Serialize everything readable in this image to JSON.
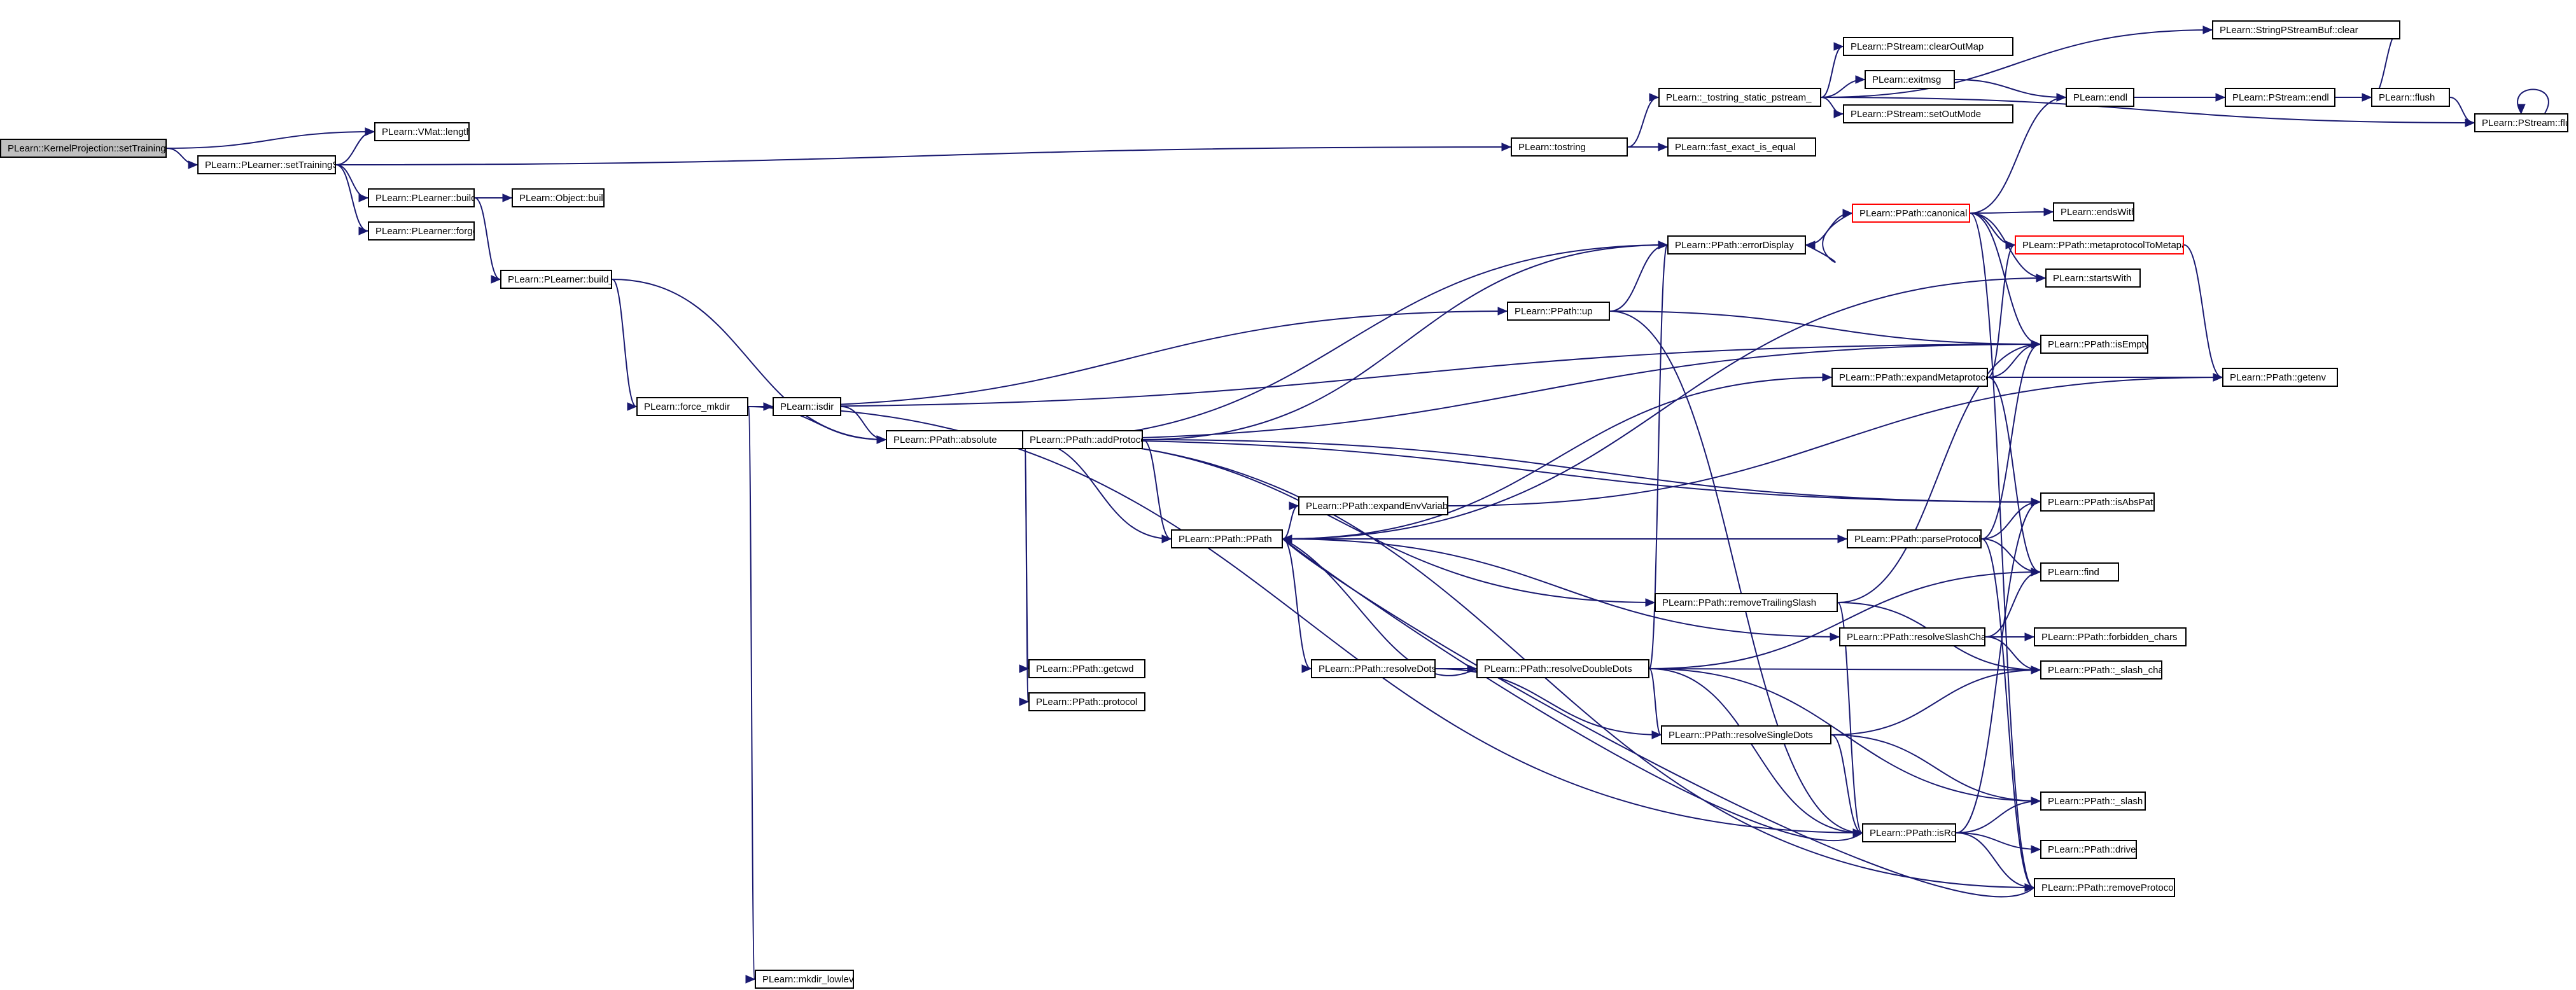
{
  "graph": {
    "nodes": [
      {
        "id": "n0",
        "label": "PLearn::KernelProjection::setTrainingSet",
        "root": true
      },
      {
        "id": "n1",
        "label": "PLearn::PLearner::setTrainingSet"
      },
      {
        "id": "n2",
        "label": "PLearn::VMat::length"
      },
      {
        "id": "n3",
        "label": "PLearn::PLearner::build"
      },
      {
        "id": "n4",
        "label": "PLearn::PLearner::forget"
      },
      {
        "id": "n5",
        "label": "PLearn::Object::build"
      },
      {
        "id": "n6",
        "label": "PLearn::PLearner::build_"
      },
      {
        "id": "n7",
        "label": "PLearn::force_mkdir"
      },
      {
        "id": "n8",
        "label": "PLearn::isdir"
      },
      {
        "id": "n9",
        "label": "PLearn::PPath::absolute"
      },
      {
        "id": "n10",
        "label": "PLearn::PPath::addProtocol"
      },
      {
        "id": "n11",
        "label": "PLearn::PPath::PPath"
      },
      {
        "id": "n12",
        "label": "PLearn::PPath::expandEnvVariables"
      },
      {
        "id": "n13",
        "label": "PLearn::PPath::getcwd"
      },
      {
        "id": "n14",
        "label": "PLearn::PPath::protocol"
      },
      {
        "id": "n15",
        "label": "PLearn::PPath::resolveDots"
      },
      {
        "id": "n16",
        "label": "PLearn::PPath::resolveDoubleDots"
      },
      {
        "id": "n17",
        "label": "PLearn::PPath::resolveSingleDots"
      },
      {
        "id": "n18",
        "label": "PLearn::PPath::removeTrailingSlash"
      },
      {
        "id": "n19",
        "label": "PLearn::PPath::errorDisplay"
      },
      {
        "id": "n20",
        "label": "PLearn::PPath::up"
      },
      {
        "id": "n21",
        "label": "PLearn::tostring"
      },
      {
        "id": "n22",
        "label": "PLearn::_tostring_static_pstream_"
      },
      {
        "id": "n23",
        "label": "PLearn::fast_exact_is_equal"
      },
      {
        "id": "n24",
        "label": "PLearn::PStream::clearOutMap"
      },
      {
        "id": "n25",
        "label": "PLearn::exitmsg"
      },
      {
        "id": "n26",
        "label": "PLearn::PStream::setOutMode"
      },
      {
        "id": "n27",
        "label": "PLearn::StringPStreamBuf::clear"
      },
      {
        "id": "n28",
        "label": "PLearn::endl"
      },
      {
        "id": "n29",
        "label": "PLearn::PStream::endl"
      },
      {
        "id": "n30",
        "label": "PLearn::flush"
      },
      {
        "id": "n31",
        "label": "PLearn::PStream::flush"
      },
      {
        "id": "n32",
        "label": "PLearn::PPath::canonical",
        "truncated": true
      },
      {
        "id": "n33",
        "label": "PLearn::endsWith"
      },
      {
        "id": "n34",
        "label": "PLearn::PPath::metaprotocolToMetapath",
        "truncated": true
      },
      {
        "id": "n35",
        "label": "PLearn::startsWith"
      },
      {
        "id": "n36",
        "label": "PLearn::PPath::isEmpty"
      },
      {
        "id": "n37",
        "label": "PLearn::PPath::expandMetaprotocols"
      },
      {
        "id": "n38",
        "label": "PLearn::PPath::getenv"
      },
      {
        "id": "n39",
        "label": "PLearn::PPath::isAbsPath"
      },
      {
        "id": "n40",
        "label": "PLearn::PPath::parseProtocol"
      },
      {
        "id": "n41",
        "label": "PLearn::find"
      },
      {
        "id": "n42",
        "label": "PLearn::PPath::resolveSlashChars"
      },
      {
        "id": "n43",
        "label": "PLearn::PPath::forbidden_chars"
      },
      {
        "id": "n44",
        "label": "PLearn::PPath::_slash_char"
      },
      {
        "id": "n45",
        "label": "PLearn::PPath::_slash"
      },
      {
        "id": "n46",
        "label": "PLearn::PPath::isRoot"
      },
      {
        "id": "n47",
        "label": "PLearn::PPath::drive"
      },
      {
        "id": "n48",
        "label": "PLearn::PPath::removeProtocol"
      },
      {
        "id": "n49",
        "label": "PLearn::mkdir_lowlevel"
      }
    ],
    "edges": [
      [
        "n0",
        "n1"
      ],
      [
        "n0",
        "n2"
      ],
      [
        "n1",
        "n2"
      ],
      [
        "n1",
        "n3"
      ],
      [
        "n1",
        "n4"
      ],
      [
        "n1",
        "n21"
      ],
      [
        "n3",
        "n5"
      ],
      [
        "n3",
        "n6"
      ],
      [
        "n6",
        "n7"
      ],
      [
        "n6",
        "n9"
      ],
      [
        "n7",
        "n8"
      ],
      [
        "n7",
        "n9"
      ],
      [
        "n7",
        "n20"
      ],
      [
        "n7",
        "n46"
      ],
      [
        "n7",
        "n49"
      ],
      [
        "n7",
        "n36"
      ],
      [
        "n8",
        "n9"
      ],
      [
        "n9",
        "n10"
      ],
      [
        "n9",
        "n11"
      ],
      [
        "n9",
        "n13"
      ],
      [
        "n9",
        "n14"
      ],
      [
        "n9",
        "n18"
      ],
      [
        "n9",
        "n19"
      ],
      [
        "n9",
        "n36"
      ],
      [
        "n9",
        "n39"
      ],
      [
        "n9",
        "n48"
      ],
      [
        "n10",
        "n11"
      ],
      [
        "n10",
        "n19"
      ],
      [
        "n10",
        "n39"
      ],
      [
        "n11",
        "n12"
      ],
      [
        "n11",
        "n15"
      ],
      [
        "n11",
        "n37"
      ],
      [
        "n11",
        "n40"
      ],
      [
        "n11",
        "n42"
      ],
      [
        "n11",
        "n35"
      ],
      [
        "n12",
        "n38"
      ],
      [
        "n15",
        "n16"
      ],
      [
        "n15",
        "n17"
      ],
      [
        "n16",
        "n11"
      ],
      [
        "n16",
        "n17"
      ],
      [
        "n16",
        "n19"
      ],
      [
        "n16",
        "n41"
      ],
      [
        "n16",
        "n44"
      ],
      [
        "n16",
        "n45"
      ],
      [
        "n16",
        "n46"
      ],
      [
        "n17",
        "n45"
      ],
      [
        "n17",
        "n44"
      ],
      [
        "n17",
        "n46"
      ],
      [
        "n18",
        "n36"
      ],
      [
        "n18",
        "n44"
      ],
      [
        "n18",
        "n46"
      ],
      [
        "n19",
        "n32"
      ],
      [
        "n20",
        "n19"
      ],
      [
        "n20",
        "n36"
      ],
      [
        "n20",
        "n46"
      ],
      [
        "n21",
        "n22"
      ],
      [
        "n21",
        "n23"
      ],
      [
        "n22",
        "n24"
      ],
      [
        "n22",
        "n25"
      ],
      [
        "n22",
        "n26"
      ],
      [
        "n22",
        "n27"
      ],
      [
        "n22",
        "n31"
      ],
      [
        "n25",
        "n28"
      ],
      [
        "n28",
        "n29"
      ],
      [
        "n29",
        "n30"
      ],
      [
        "n27",
        "n30"
      ],
      [
        "n30",
        "n31"
      ],
      [
        "n31",
        "n31"
      ],
      [
        "n32",
        "n33"
      ],
      [
        "n32",
        "n34"
      ],
      [
        "n32",
        "n35"
      ],
      [
        "n32",
        "n36"
      ],
      [
        "n32",
        "n28"
      ],
      [
        "n32",
        "n48"
      ],
      [
        "n32",
        "n19"
      ],
      [
        "n34",
        "n38"
      ],
      [
        "n37",
        "n34"
      ],
      [
        "n37",
        "n36"
      ],
      [
        "n37",
        "n38"
      ],
      [
        "n37",
        "n41"
      ],
      [
        "n40",
        "n36"
      ],
      [
        "n40",
        "n39"
      ],
      [
        "n40",
        "n41"
      ],
      [
        "n40",
        "n48"
      ],
      [
        "n42",
        "n41"
      ],
      [
        "n42",
        "n43"
      ],
      [
        "n42",
        "n44"
      ],
      [
        "n46",
        "n39"
      ],
      [
        "n46",
        "n45"
      ],
      [
        "n46",
        "n47"
      ],
      [
        "n46",
        "n48"
      ],
      [
        "n48",
        "n11"
      ],
      [
        "n46",
        "n11"
      ]
    ]
  }
}
